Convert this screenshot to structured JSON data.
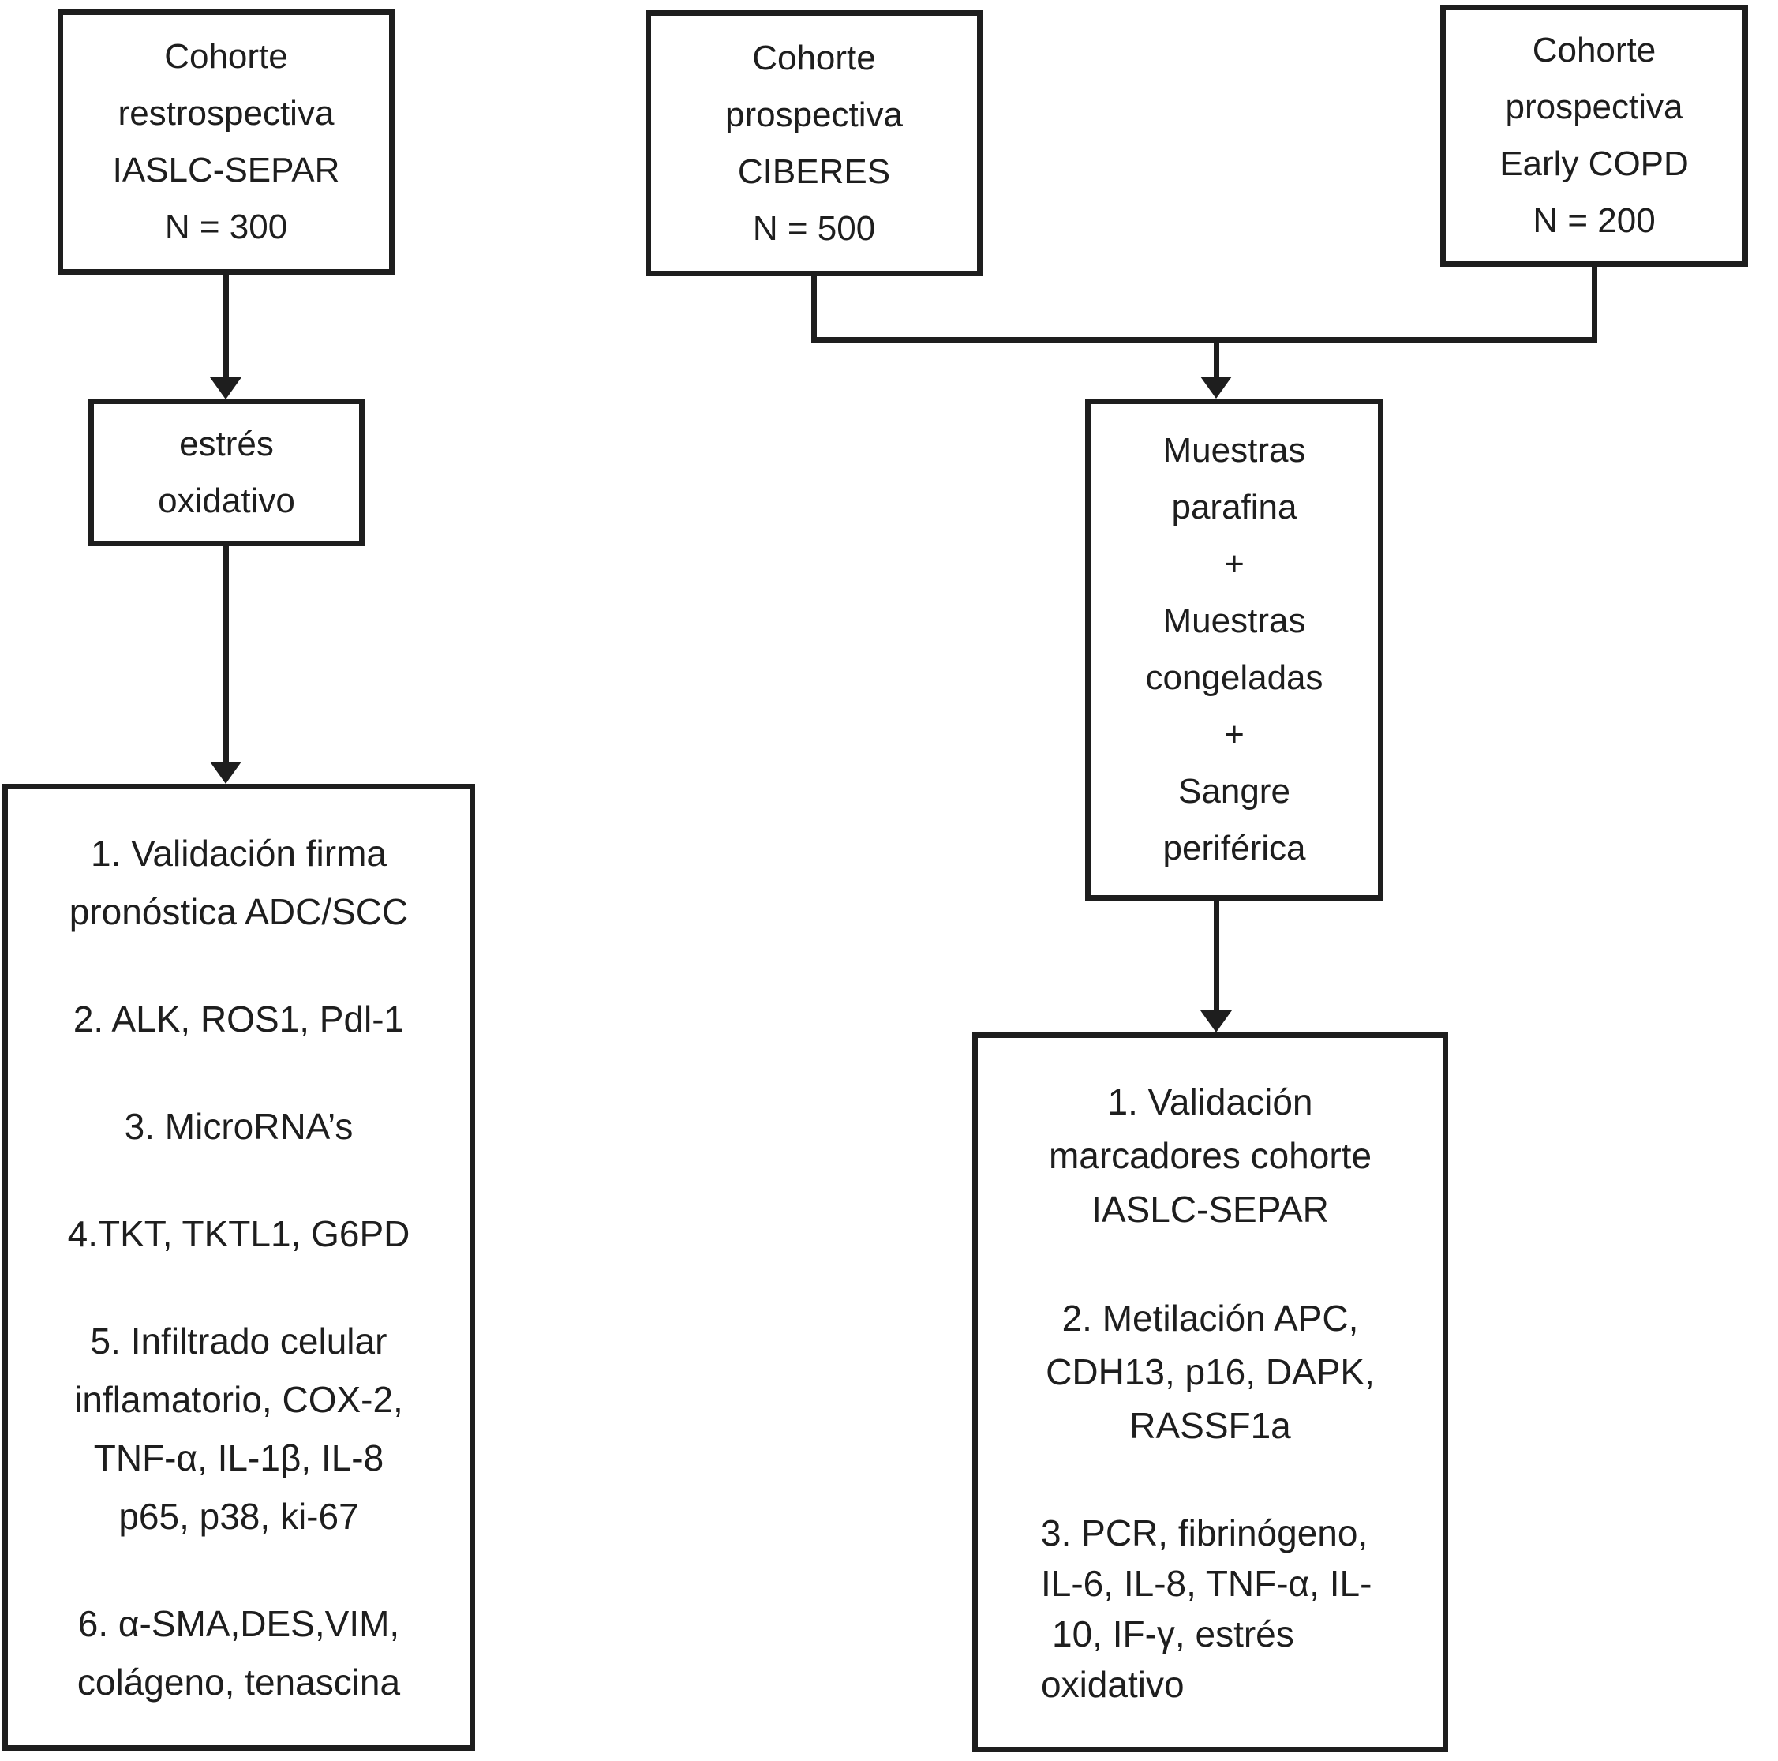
{
  "colors": {
    "ink": "#1e1e1e",
    "background": "#ffffff"
  },
  "diagram": {
    "type": "flowchart",
    "boxes": {
      "cohorte_retrospectiva": {
        "lines": [
          "Cohorte",
          "restrospectiva",
          "IASLC-SEPAR",
          "N = 300"
        ]
      },
      "estres_oxidativo": {
        "lines": [
          "estrés",
          "oxidativo"
        ]
      },
      "left_outcomes": {
        "items": [
          {
            "lines": [
              "1. Validación firma",
              "pronóstica ADC/SCC"
            ]
          },
          {
            "lines": [
              "2. ALK, ROS1, Pdl-1"
            ]
          },
          {
            "lines": [
              "3. MicroRNA’s"
            ]
          },
          {
            "lines": [
              "4.TKT, TKTL1, G6PD"
            ]
          },
          {
            "lines": [
              "5. Infiltrado celular",
              "inflamatorio, COX-2,",
              "TNF-α, IL-1β, IL-8",
              "p65, p38, ki-67"
            ]
          },
          {
            "lines": [
              "6. α-SMA,DES,VIM,",
              "colágeno, tenascina"
            ]
          }
        ]
      },
      "cohorte_ciberes": {
        "lines": [
          "Cohorte",
          "prospectiva",
          "CIBERES",
          "N = 500"
        ]
      },
      "cohorte_early_copd": {
        "lines": [
          "Cohorte",
          "prospectiva",
          "Early COPD",
          "N = 200"
        ]
      },
      "muestras": {
        "lines": [
          "Muestras",
          "parafina",
          "+",
          "Muestras",
          "congeladas",
          "+",
          "Sangre",
          "periférica"
        ]
      },
      "right_outcomes": {
        "items": [
          {
            "lines": [
              "1. Validación",
              "marcadores cohorte",
              "IASLC-SEPAR"
            ]
          },
          {
            "lines": [
              "2. Metilación APC,",
              "CDH13, p16, DAPK,",
              "RASSF1a"
            ]
          },
          {
            "lines": [
              "3. PCR, fibrinógeno,",
              "IL-6, IL-8, TNF-α, IL-",
              "10, IF-γ, estrés",
              "oxidativo"
            ]
          }
        ]
      }
    }
  }
}
